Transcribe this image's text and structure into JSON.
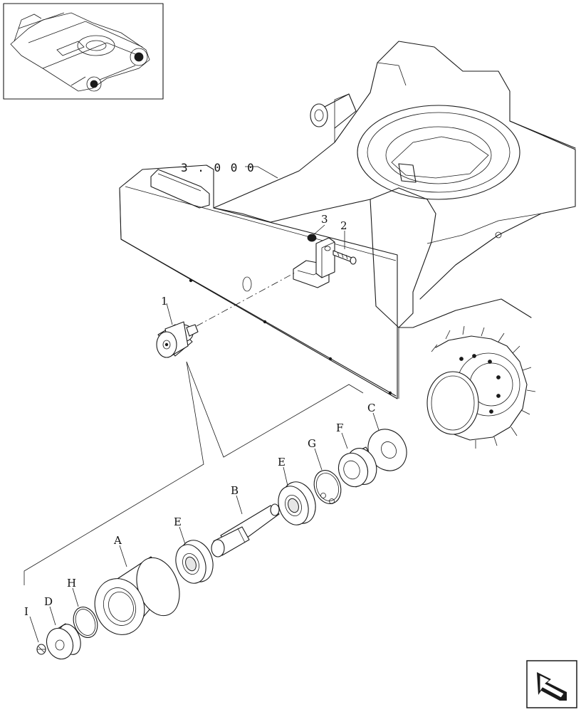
{
  "reference_label": "3 . 0 0 0",
  "callouts": {
    "item_1": "1",
    "item_2": "2",
    "item_3": "3",
    "part_A": "A",
    "part_B": "B",
    "part_C": "C",
    "part_D": "D",
    "part_E_left": "E",
    "part_E_right": "E",
    "part_F": "F",
    "part_G": "G",
    "part_H": "H",
    "part_I": "I"
  },
  "icons": {
    "thumbnail": "excavator-undercarriage-thumbnail",
    "nav": "next-page-arrow-icon"
  }
}
